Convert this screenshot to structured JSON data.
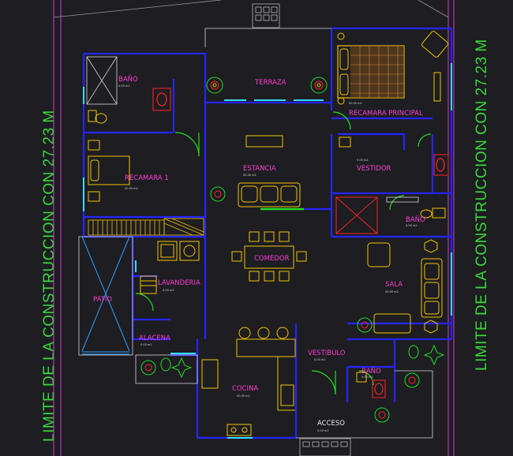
{
  "limit_text": "LIMITE DE LA CONSTRUCCION CON 27.23 M",
  "rooms": {
    "bano_1": "BAÑO",
    "recamara_1": "RECAMARA 1",
    "terraza": "TERRAZA",
    "recamara_principal": "RECAMARA PRINCIPAL",
    "estancia": "ESTANCIA",
    "vestidor": "VESTIDOR",
    "bano_2": "BAÑO",
    "comedor": "COMEDOR",
    "lavanderia": "LAVANDERIA",
    "patio": "PATIO",
    "sala": "SALA",
    "alacena": "ALACENA",
    "vestibulo": "VESTIBULO",
    "bano_3": "BAÑO",
    "cocina": "COCINA",
    "acceso": "ACCESO"
  },
  "colors": {
    "background": "#1d1d22",
    "wall": "#2525ff",
    "room_label": "#ff3fd2",
    "limit_text": "#39d839",
    "furniture": "#f2c200",
    "door_swing": "#22dd22",
    "fixture": "#ff2424",
    "outline": "#d8d8d8"
  }
}
